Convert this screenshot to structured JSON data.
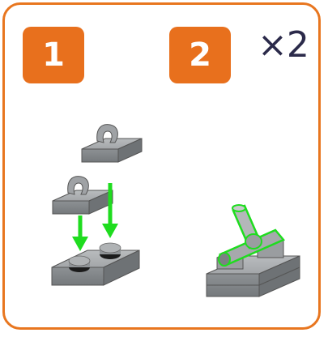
{
  "steps": [
    {
      "number": "1"
    },
    {
      "number": "2",
      "multiplier": "×2"
    }
  ],
  "colors": {
    "accent": "#e8761f",
    "badge": "#e8701d",
    "brick_gray": "#8f9396",
    "highlight_green": "#1fdc1f",
    "text_dark": "#2b2a4a"
  },
  "icons": [
    "clip-plate-icon",
    "plate-1x2-icon",
    "down-arrow-icon",
    "bar-assembly-icon"
  ]
}
